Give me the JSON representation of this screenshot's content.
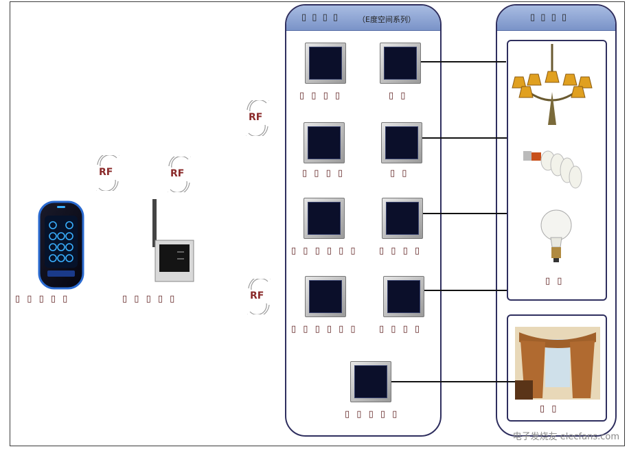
{
  "switch_panel": {
    "title": "▯ ▯ ▯ ▯",
    "subtitle": "（E度空间系列）"
  },
  "device_panel": {
    "title": "▯ ▯ ▯ ▯"
  },
  "rf_label": "RF",
  "remote_label": "▯ ▯ ▯ ▯ ▯",
  "gateway_label": "▯ ▯ ▯ ▯ ▯",
  "switch_labels": {
    "row1_left": "▯ ▯ ▯ ▯",
    "row1_right": "▯ ▯",
    "row2_left": "▯ ▯ ▯ ▯",
    "row2_right": "▯ ▯",
    "row3_left": "▯ ▯ ▯ ▯ ▯ ▯",
    "row3_right": "▯ ▯ ▯ ▯",
    "row4_left": "▯ ▯ ▯ ▯ ▯ ▯",
    "row4_right": "▯ ▯ ▯ ▯",
    "row5": "▯ ▯ ▯ ▯ ▯"
  },
  "lights_label": "▯ ▯",
  "curtain_label": "▯ ▯",
  "watermark": "电子发烧友 elecfans.com",
  "colors": {
    "panel_border": "#2e2e5e",
    "header": "#8aa0d2",
    "label": "#5a1a1a",
    "rf": "#8a2a2a"
  }
}
